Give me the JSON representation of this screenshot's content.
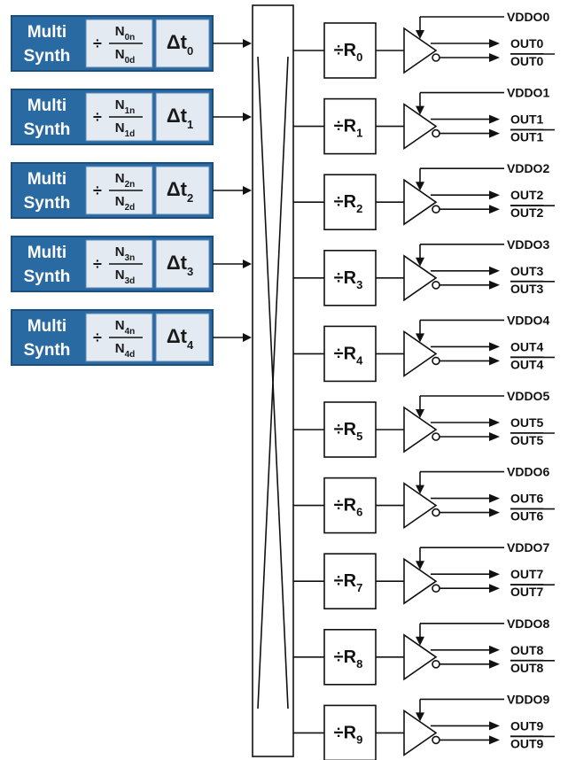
{
  "multisynths": [
    {
      "label_line1": "Multi",
      "label_line2": "Synth",
      "div_symbol": "÷",
      "num_base": "N",
      "num_sub": "0n",
      "den_base": "N",
      "den_sub": "0d",
      "delay_base": "Δt",
      "delay_sub": "0"
    },
    {
      "label_line1": "Multi",
      "label_line2": "Synth",
      "div_symbol": "÷",
      "num_base": "N",
      "num_sub": "1n",
      "den_base": "N",
      "den_sub": "1d",
      "delay_base": "Δt",
      "delay_sub": "1"
    },
    {
      "label_line1": "Multi",
      "label_line2": "Synth",
      "div_symbol": "÷",
      "num_base": "N",
      "num_sub": "2n",
      "den_base": "N",
      "den_sub": "2d",
      "delay_base": "Δt",
      "delay_sub": "2"
    },
    {
      "label_line1": "Multi",
      "label_line2": "Synth",
      "div_symbol": "÷",
      "num_base": "N",
      "num_sub": "3n",
      "den_base": "N",
      "den_sub": "3d",
      "delay_base": "Δt",
      "delay_sub": "3"
    },
    {
      "label_line1": "Multi",
      "label_line2": "Synth",
      "div_symbol": "÷",
      "num_base": "N",
      "num_sub": "4n",
      "den_base": "N",
      "den_sub": "4d",
      "delay_base": "Δt",
      "delay_sub": "4"
    }
  ],
  "outputs": [
    {
      "r_label": "÷R",
      "r_sub": "0",
      "vddo": "VDDO0",
      "out": "OUT0",
      "out_bar": "OUT0"
    },
    {
      "r_label": "÷R",
      "r_sub": "1",
      "vddo": "VDDO1",
      "out": "OUT1",
      "out_bar": "OUT1"
    },
    {
      "r_label": "÷R",
      "r_sub": "2",
      "vddo": "VDDO2",
      "out": "OUT2",
      "out_bar": "OUT2"
    },
    {
      "r_label": "÷R",
      "r_sub": "3",
      "vddo": "VDDO3",
      "out": "OUT3",
      "out_bar": "OUT3"
    },
    {
      "r_label": "÷R",
      "r_sub": "4",
      "vddo": "VDDO4",
      "out": "OUT4",
      "out_bar": "OUT4"
    },
    {
      "r_label": "÷R",
      "r_sub": "5",
      "vddo": "VDDO5",
      "out": "OUT5",
      "out_bar": "OUT5"
    },
    {
      "r_label": "÷R",
      "r_sub": "6",
      "vddo": "VDDO6",
      "out": "OUT6",
      "out_bar": "OUT6"
    },
    {
      "r_label": "÷R",
      "r_sub": "7",
      "vddo": "VDDO7",
      "out": "OUT7",
      "out_bar": "OUT7"
    },
    {
      "r_label": "÷R",
      "r_sub": "8",
      "vddo": "VDDO8",
      "out": "OUT8",
      "out_bar": "OUT8"
    },
    {
      "r_label": "÷R",
      "r_sub": "9",
      "vddo": "VDDO9",
      "out": "OUT9",
      "out_bar": "OUT9"
    }
  ],
  "colors": {
    "multisynth_fill": "#2a6aa3",
    "cell_fill": "#e4eaf2",
    "line": "#111111"
  }
}
